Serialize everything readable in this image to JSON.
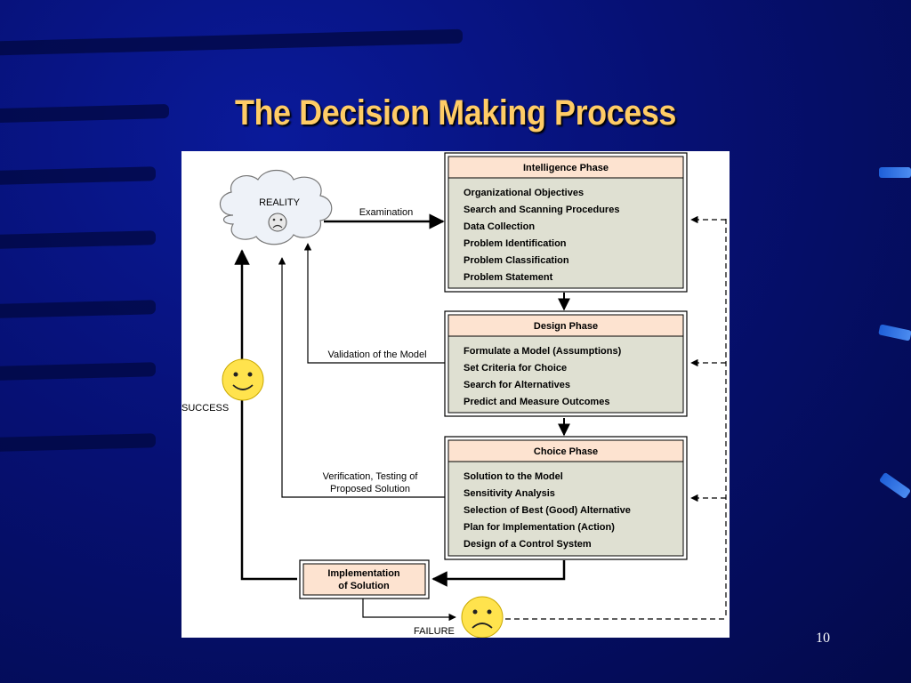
{
  "slide": {
    "title": "The Decision Making Process",
    "page_number": "10"
  },
  "diagram": {
    "reality_label": "REALITY",
    "success_label": "SUCCESS",
    "failure_label": "FAILURE",
    "edges": {
      "examination": "Examination",
      "validation": "Validation of the Model",
      "verification_line1": "Verification, Testing of",
      "verification_line2": "Proposed Solution"
    },
    "implementation": {
      "line1": "Implementation",
      "line2": "of Solution"
    },
    "phases": [
      {
        "title": "Intelligence Phase",
        "items": [
          "Organizational Objectives",
          "Search and Scanning Procedures",
          "Data Collection",
          "Problem Identification",
          "Problem Classification",
          "Problem Statement"
        ]
      },
      {
        "title": "Design Phase",
        "items": [
          "Formulate a Model (Assumptions)",
          "Set Criteria for Choice",
          "Search for Alternatives",
          "Predict and Measure Outcomes"
        ]
      },
      {
        "title": "Choice Phase",
        "items": [
          "Solution to the Model",
          "Sensitivity Analysis",
          "Selection of Best (Good) Alternative",
          "Plan for Implementation (Action)",
          "Design of a Control System"
        ]
      }
    ],
    "colors": {
      "phase_header": "#fde3d0",
      "phase_body": "#dfe0d2",
      "smiley": "#ffe34d"
    }
  }
}
